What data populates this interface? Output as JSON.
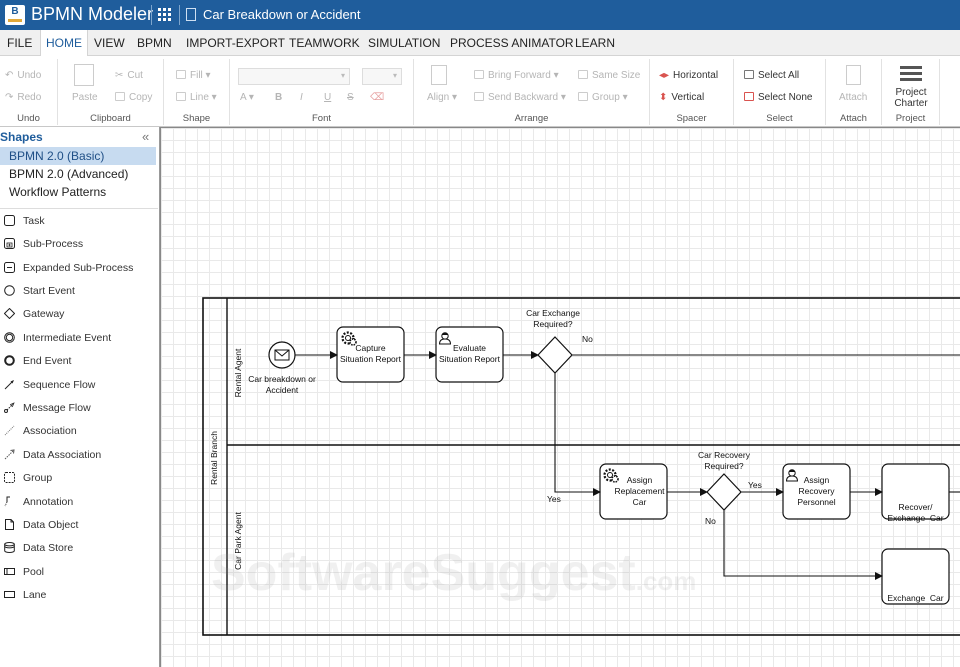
{
  "app": {
    "logo_letter": "B",
    "title": "BPMN Modeler",
    "document_title": "Car Breakdown or Accident"
  },
  "menu": {
    "items": [
      "FILE",
      "HOME",
      "VIEW",
      "BPMN",
      "IMPORT-EXPORT",
      "TEAMWORK",
      "SIMULATION",
      "PROCESS ANIMATOR",
      "LEARN"
    ],
    "active": "HOME"
  },
  "ribbon": {
    "undo": {
      "undo": "Undo",
      "redo": "Redo",
      "label": "Undo"
    },
    "clipboard": {
      "paste": "Paste",
      "cut": "Cut",
      "copy": "Copy",
      "label": "Clipboard"
    },
    "shape": {
      "fill": "Fill",
      "line": "Line",
      "label": "Shape"
    },
    "font": {
      "bold": "B",
      "italic": "I",
      "underline": "U",
      "strike": "S",
      "label": "Font"
    },
    "arrange": {
      "align": "Align",
      "bring_forward": "Bring Forward",
      "send_backward": "Send Backward",
      "same_size": "Same Size",
      "group": "Group",
      "label": "Arrange"
    },
    "spacer": {
      "horizontal": "Horizontal",
      "vertical": "Vertical",
      "label": "Spacer"
    },
    "select": {
      "select_all": "Select All",
      "select_none": "Select None",
      "label": "Select"
    },
    "attach": {
      "attach": "Attach",
      "label": "Attach"
    },
    "project": {
      "charter_line1": "Project",
      "charter_line2": "Charter",
      "label": "Project"
    }
  },
  "sidebar": {
    "heading": "Shapes",
    "collapse_icon": "«",
    "libraries": [
      "BPMN 2.0 (Basic)",
      "BPMN 2.0 (Advanced)",
      "Workflow Patterns"
    ],
    "selected_library": "BPMN 2.0 (Basic)",
    "shapes": [
      "Task",
      "Sub-Process",
      "Expanded Sub-Process",
      "Start Event",
      "Gateway",
      "Intermediate Event",
      "End Event",
      "Sequence Flow",
      "Message Flow",
      "Association",
      "Data Association",
      "Group",
      "Annotation",
      "Data Object",
      "Data Store",
      "Pool",
      "Lane"
    ]
  },
  "diagram": {
    "pool": "Rental Branch",
    "lanes": [
      "Rental Agent",
      "Car Park Agent"
    ],
    "start_event": [
      "Car breakdown or",
      "Accident"
    ],
    "tasks": {
      "capture": [
        "Capture",
        "Situation Report"
      ],
      "evaluate": [
        "Evaluate",
        "Situation Report"
      ],
      "assign_car": [
        "Assign",
        "Replacement",
        "Car"
      ],
      "assign_personnel": [
        "Assign",
        "Recovery",
        "Personnel"
      ],
      "recover": [
        "Recover/",
        "Exchange  Car"
      ],
      "exchange": [
        "Exchange  Car"
      ]
    },
    "gateways": {
      "exchange": [
        "Car Exchange",
        "Required?"
      ],
      "recovery": [
        "Car Recovery",
        "Required?"
      ]
    },
    "flow_labels": {
      "gw1_no": "No",
      "gw1_yes": "Yes",
      "gw2_yes": "Yes",
      "gw2_no": "No"
    }
  },
  "watermark": {
    "main": "SoftwareSuggest",
    "suffix": ".com"
  },
  "colors": {
    "titlebar": "#1f5d9c",
    "accent": "#1f5d9c",
    "selected_library": "#c7dbf0"
  }
}
